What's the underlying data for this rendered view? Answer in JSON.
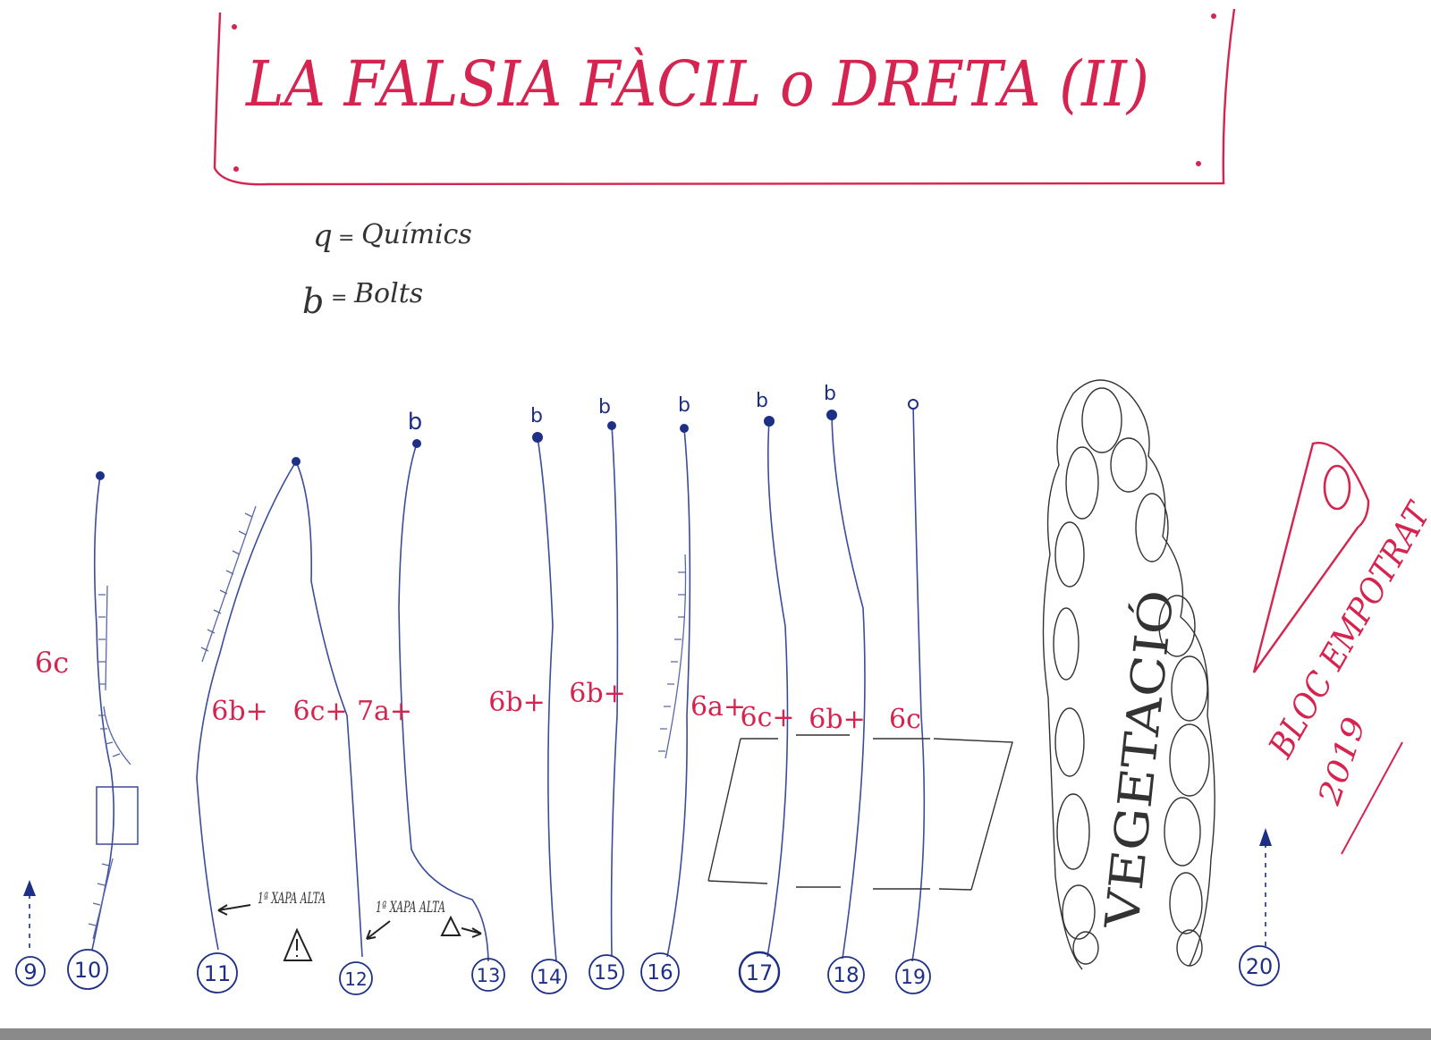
{
  "title": "LA FALSIA FÀCIL o DRETA (II)",
  "legend": [
    {
      "symbol": "q",
      "label": "Químics"
    },
    {
      "symbol": "b",
      "label": "Bolts"
    }
  ],
  "routes": [
    {
      "number": "9",
      "grade": "",
      "anchor": ""
    },
    {
      "number": "10",
      "grade": "6c",
      "anchor": ""
    },
    {
      "number": "11",
      "grade": "6b+",
      "anchor": ""
    },
    {
      "number": "12",
      "grade": "6c+",
      "anchor": ""
    },
    {
      "number": "13",
      "grade": "7a+",
      "anchor": "b"
    },
    {
      "number": "14",
      "grade": "6b+",
      "anchor": "b"
    },
    {
      "number": "15",
      "grade": "6b+",
      "anchor": "b"
    },
    {
      "number": "16",
      "grade": "6a+",
      "anchor": "b"
    },
    {
      "number": "17",
      "grade": "6c+",
      "anchor": "b"
    },
    {
      "number": "18",
      "grade": "6b+",
      "anchor": "b"
    },
    {
      "number": "19",
      "grade": "6c",
      "anchor": ""
    },
    {
      "number": "20",
      "grade": "",
      "anchor": ""
    }
  ],
  "notes": {
    "first_bolt_high_a": "1ª XAPA ALTA",
    "first_bolt_high_b": "1ª XAPA ALTA",
    "warning_icon": "warning-triangle-icon"
  },
  "vegetation_label": "VEGETACIÓ",
  "block": {
    "label": "BLOC EMPOTRAT",
    "year": "2019"
  },
  "colors": {
    "red_ink": "#d4244f",
    "blue_ink": "#1e2f86",
    "pencil": "#333333"
  }
}
